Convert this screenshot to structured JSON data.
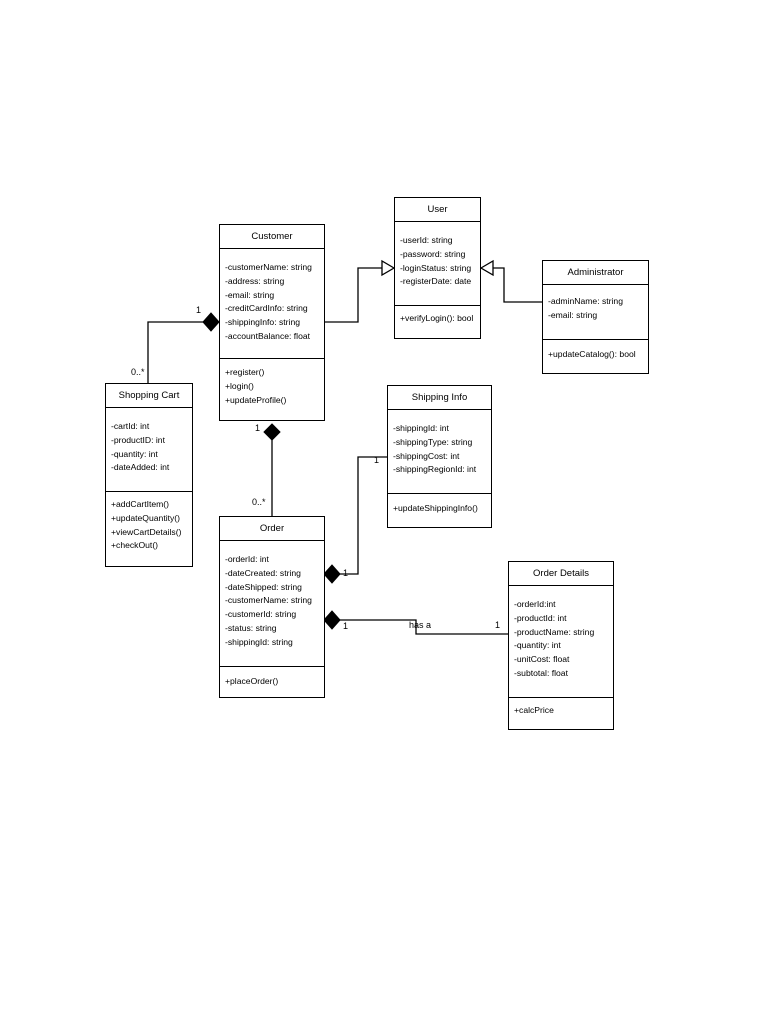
{
  "classes": {
    "user": {
      "name": "User",
      "attributes": [
        "-userId: string",
        "-password: string",
        "-loginStatus: string",
        "-registerDate: date"
      ],
      "operations": [
        "+verifyLogin(): bool"
      ]
    },
    "customer": {
      "name": "Customer",
      "attributes": [
        "-customerName: string",
        "-address: string",
        "-email: string",
        "-creditCardInfo: string",
        "-shippingInfo: string",
        "-accountBalance: float"
      ],
      "operations": [
        "+register()",
        "+login()",
        "+updateProfile()"
      ]
    },
    "administrator": {
      "name": "Administrator",
      "attributes": [
        "-adminName: string",
        "-email: string"
      ],
      "operations": [
        "+updateCatalog(): bool"
      ]
    },
    "shopping_cart": {
      "name": "Shopping Cart",
      "attributes": [
        "-cartId: int",
        "-productID: int",
        "-quantity: int",
        "-dateAdded: int"
      ],
      "operations": [
        "+addCartItem()",
        "+updateQuantity()",
        "+viewCartDetails()",
        "+checkOut()"
      ]
    },
    "shipping_info": {
      "name": "Shipping Info",
      "attributes": [
        "-shippingId: int",
        "-shippingType: string",
        "-shippingCost: int",
        "-shippingRegionId: int"
      ],
      "operations": [
        "+updateShippingInfo()"
      ]
    },
    "order": {
      "name": "Order",
      "attributes": [
        "-orderId: int",
        "-dateCreated: string",
        "-dateShipped: string",
        "-customerName: string",
        "-customerId: string",
        "-status: string",
        "-shippingId: string"
      ],
      "operations": [
        "+placeOrder()"
      ]
    },
    "order_details": {
      "name": "Order Details",
      "attributes": [
        "-orderId:int",
        "-productId: int",
        "-productName: string",
        "-quantity: int",
        "-unitCost: float",
        "-subtotal: float"
      ],
      "operations": [
        "+calcPrice"
      ]
    }
  },
  "multiplicities": {
    "cart_customer_end": "1",
    "cart_cart_end": "0..*",
    "customer_order_end": "1",
    "order_order_end": "0..*",
    "shipping_end": "1",
    "order_shipping_end": "1",
    "order_details_order_end": "1",
    "order_details_details_end": "1"
  },
  "association_labels": {
    "order_details": "has a"
  }
}
